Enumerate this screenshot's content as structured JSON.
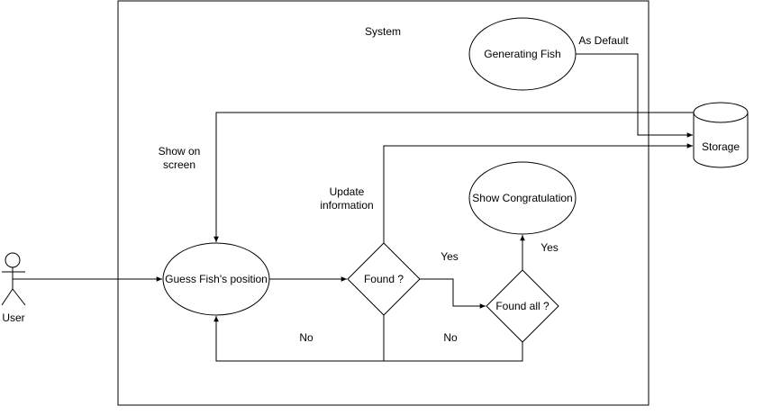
{
  "diagram": {
    "system_label": "System",
    "nodes": {
      "generating_fish": "Generating Fish",
      "storage": "Storage",
      "guess": "Guess Fish's position",
      "found": "Found ?",
      "found_all": "Found all ?",
      "congrats": "Show Congratulation",
      "user": "User"
    },
    "edges": {
      "as_default": "As Default",
      "show_on_screen_1": "Show on",
      "show_on_screen_2": "screen",
      "update_info_1": "Update",
      "update_info_2": "information",
      "yes_found": "Yes",
      "yes_found_all": "Yes",
      "no_found": "No",
      "no_found_all": "No"
    },
    "colors": {
      "stroke": "#000000",
      "fill": "#ffffff"
    }
  }
}
